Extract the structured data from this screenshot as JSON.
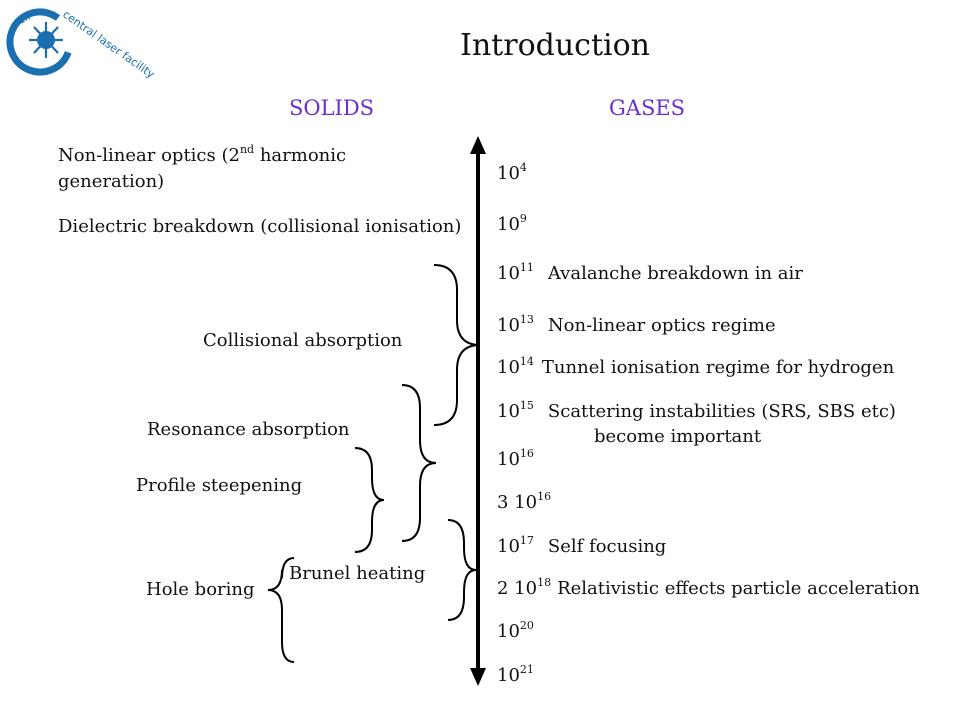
{
  "logo": {
    "text": "central laser facility",
    "mark": "clf"
  },
  "title": "Introduction",
  "headers": {
    "solids": "SOLIDS",
    "gases": "GASES"
  },
  "colors": {
    "header": "#6a2fd0",
    "logo": "#1a6fb0",
    "text": "#111111"
  },
  "solids": {
    "nonlinear_optics_1": "Non-linear optics (2",
    "nonlinear_optics_sup": "nd",
    "nonlinear_optics_2": " harmonic",
    "nonlinear_optics_3": "generation)",
    "dielectric": "Dielectric breakdown (collisional ionisation)",
    "collisional": "Collisional absorption",
    "resonance": "Resonance absorption",
    "profile": "Profile steepening",
    "brunel": "Brunel heating",
    "hole": "Hole boring"
  },
  "scale": [
    {
      "mant": "10",
      "exp": "4",
      "text": ""
    },
    {
      "mant": "10",
      "exp": "9",
      "text": ""
    },
    {
      "mant": "10",
      "exp": "11",
      "text": "Avalanche breakdown in air"
    },
    {
      "mant": "10",
      "exp": "13",
      "text": "Non-linear optics regime"
    },
    {
      "mant": "10",
      "exp": "14",
      "text": "Tunnel ionisation regime for hydrogen"
    },
    {
      "mant": "10",
      "exp": "15",
      "text": "Scattering instabilities (SRS, SBS etc)",
      "text2": "become important"
    },
    {
      "mant": "10",
      "exp": "16",
      "text": ""
    },
    {
      "mant": "3 10",
      "exp": "16",
      "text": ""
    },
    {
      "mant": "10",
      "exp": "17",
      "text": "Self focusing"
    },
    {
      "mant": "2 10",
      "exp": "18",
      "text": "Relativistic effects particle acceleration"
    },
    {
      "mant": "10",
      "exp": "20",
      "text": ""
    },
    {
      "mant": "10",
      "exp": "21",
      "text": ""
    }
  ]
}
